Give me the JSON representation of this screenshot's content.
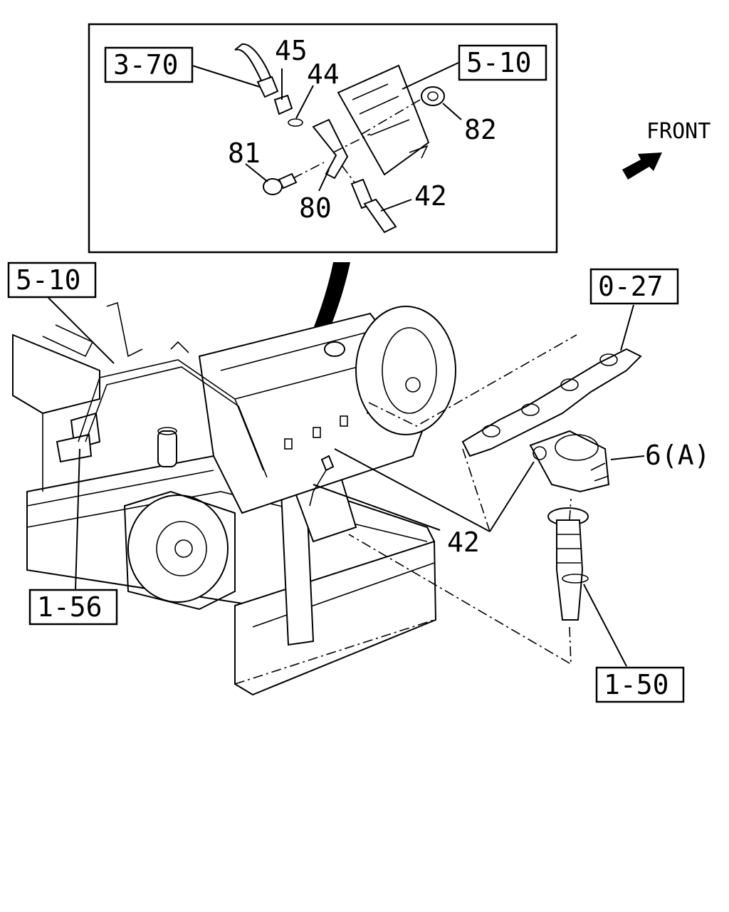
{
  "diagram": {
    "ref_labels": {
      "inset_3_70": "3-70",
      "inset_5_10": "5-10",
      "main_5_10": "5-10",
      "main_0_27": "0-27",
      "main_1_56": "1-56",
      "main_1_50": "1-50"
    },
    "part_numbers": {
      "p45": "45",
      "p44": "44",
      "p82": "82",
      "p81": "81",
      "p80": "80",
      "p42_inset": "42",
      "p6a": "6(A)",
      "p42_main": "42"
    },
    "direction": {
      "label": "FRONT",
      "arrow_icon": "front-arrow-icon"
    }
  }
}
